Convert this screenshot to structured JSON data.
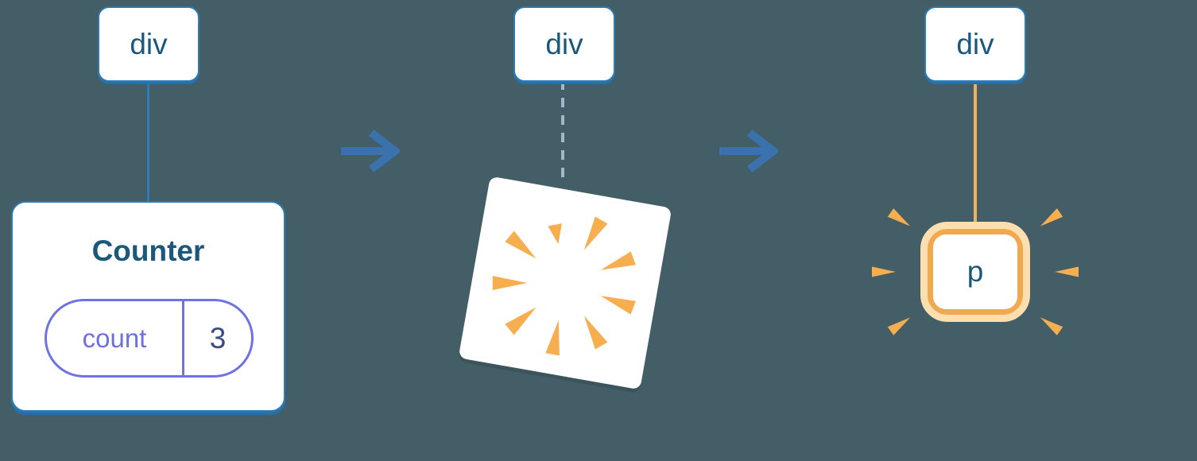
{
  "diagram": {
    "background_color": "#435e67",
    "stages": [
      {
        "tag": "div",
        "component": {
          "title": "Counter",
          "state": {
            "key": "count",
            "value": "3"
          }
        }
      },
      {
        "tag": "div",
        "poof_icon": "poof-burst-icon"
      },
      {
        "tag": "div",
        "element": {
          "tag": "p"
        }
      }
    ],
    "icons": {
      "arrow": "right-arrow-icon",
      "poof": "poof-burst-icon",
      "sparkles": "sparkle-icon"
    },
    "colors": {
      "node_border_blue": "#2e7cb5",
      "node_text_blue": "#1a587c",
      "state_pill_purple": "#6f72e2",
      "state_value_navy": "#3b4a85",
      "arrow_blue": "#3a72ad",
      "dashed_connector_gray": "#9fb9c8",
      "highlight_orange": "#f1a94f",
      "highlight_orange_light": "#fbdfae",
      "burst_orange": "#f6ae4f",
      "card_background": "#ffffff"
    }
  }
}
